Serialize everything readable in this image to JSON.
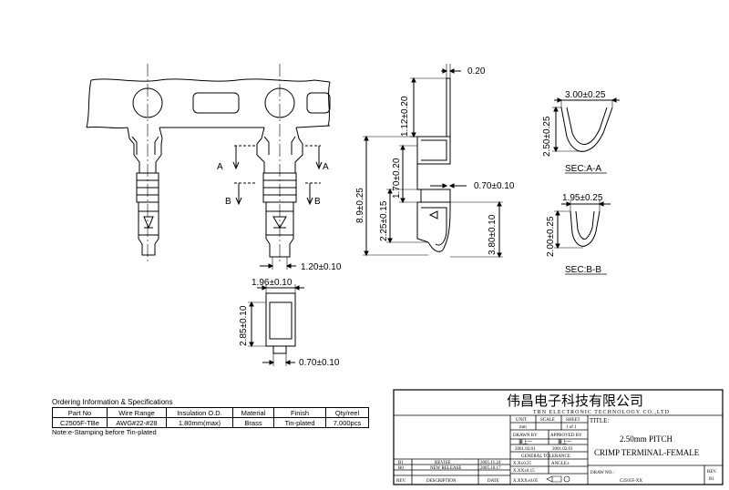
{
  "dimensions": {
    "top_thickness": "0.20",
    "top_length": "1.12±0.20",
    "overall_length": "8.9±0.25",
    "mid_height": "1.70±0.20",
    "lower_height": "2.25±0.15",
    "side_thickness": "0.70±0.10",
    "right_height": "3.80±0.10",
    "strip_width": "1.20±0.10",
    "front_width": "1.96±0.10",
    "front_height": "2.85±0.10",
    "front_tab": "0.70±0.10",
    "sec_a_width": "3.00±0.25",
    "sec_a_height": "2.50±0.25",
    "sec_b_width": "1.95±0.25",
    "sec_b_height": "2.00±0.25"
  },
  "labels": {
    "sec_a": "SEC:A-A",
    "sec_b": "SEC:B-B",
    "a": "A",
    "b": "B"
  },
  "ordering": {
    "title": "Ordering Information & Specifications",
    "headers": [
      "Part No",
      "Wire Range",
      "Insulation O.D.",
      "Material",
      "Finish",
      "Qty/reel"
    ],
    "row": [
      "C2505F-TBe",
      "AWG#22-#28",
      "1.80mm(max)",
      "Brass",
      "Tin-plated",
      "7,000pcs"
    ],
    "note": "Note:e-Stamping before Tin-plated"
  },
  "title_block": {
    "company_cn": "伟昌电子科技有限公司",
    "company_en": "TRN ELECTRONIC TECHNOLOGY CO.,LTD",
    "unit_label": "UNIT",
    "unit_value": "mm",
    "scale_label": "SCALE",
    "sheet_label": "SHEET",
    "sheet_value": "1 of 1",
    "drawn_by_label": "DRAWN BY",
    "drawn_by_name": "董上一",
    "drawn_date": "2001.02.01",
    "approved_by_label": "APPROVED BY",
    "approved_by_name": "董上一",
    "approved_date": "2001.02.01",
    "general_tolerance": "GENERAL TOLERANCE",
    "tol_1": "X.X±0.25",
    "tol_2": "X.XX±0.15",
    "tol_3": "X.XXX±0.05",
    "angle_label": "ANGLE±",
    "title_label": "TITLE:",
    "title_line1": "2.50mm PITCH",
    "title_line2": "CRIMP TERMINAL-FEMALE",
    "drawing_no_label": "DRAW NO.:",
    "drawing_no": "C2505F-XX",
    "rev_label": "REV.",
    "rev_value": "B1",
    "revisions": [
      {
        "rev": "B1",
        "desc": "REVISE",
        "date": "2005.11.24"
      },
      {
        "rev": "B0",
        "desc": "NEW RELEASE",
        "date": "2005.10.17"
      }
    ],
    "rev_col": "REV.",
    "desc_col": "DESCRIPTION",
    "date_col": "DATE"
  }
}
